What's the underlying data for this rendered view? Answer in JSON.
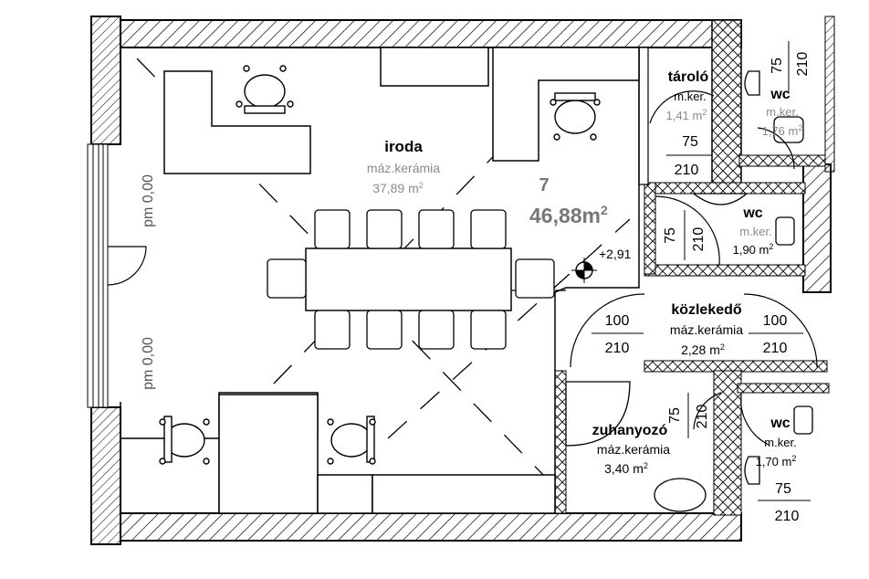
{
  "plan": {
    "room_number": "7",
    "total_area": "46,88m",
    "total_area_sup": "2",
    "level_mark": "+2,91",
    "sill_heights": [
      "pm 0,00",
      "pm 0,00"
    ],
    "unit_sup": "2"
  },
  "rooms": [
    {
      "key": "iroda",
      "name": "iroda",
      "floor": "máz.kerámia",
      "area": "37,89 m"
    },
    {
      "key": "tarolo",
      "name": "tároló",
      "floor": "m.ker.",
      "area": "1,41 m"
    },
    {
      "key": "wc1",
      "name": "wc",
      "floor": "m.ker.",
      "area": "1,76 m"
    },
    {
      "key": "wc2",
      "name": "wc",
      "floor": "m.ker.",
      "area": "1,90 m"
    },
    {
      "key": "kozlekedo",
      "name": "közlekedő",
      "floor": "máz.kerámia",
      "area": "2,28 m"
    },
    {
      "key": "zuhanyozo",
      "name": "zuhanyozó",
      "floor": "máz.kerámia",
      "area": "3,40 m"
    },
    {
      "key": "wc3",
      "name": "wc",
      "floor": "m.ker.",
      "area": "1,70 m"
    }
  ],
  "doors": {
    "tarolo": {
      "width": "75",
      "height": "210"
    },
    "wc1": {
      "width": "75",
      "height": "210"
    },
    "wc2": {
      "width": "75",
      "height": "210"
    },
    "kozl_left": {
      "width": "100",
      "height": "210"
    },
    "kozl_right": {
      "width": "100",
      "height": "210"
    },
    "zuhanyozo": {
      "width": "75",
      "height": "210"
    },
    "wc3": {
      "width": "75",
      "height": "210"
    }
  },
  "colors": {
    "wall_fill": "#ffffff",
    "hatch": "#000000",
    "furniture": "#000000",
    "label_grey": "#8a8a8a"
  }
}
